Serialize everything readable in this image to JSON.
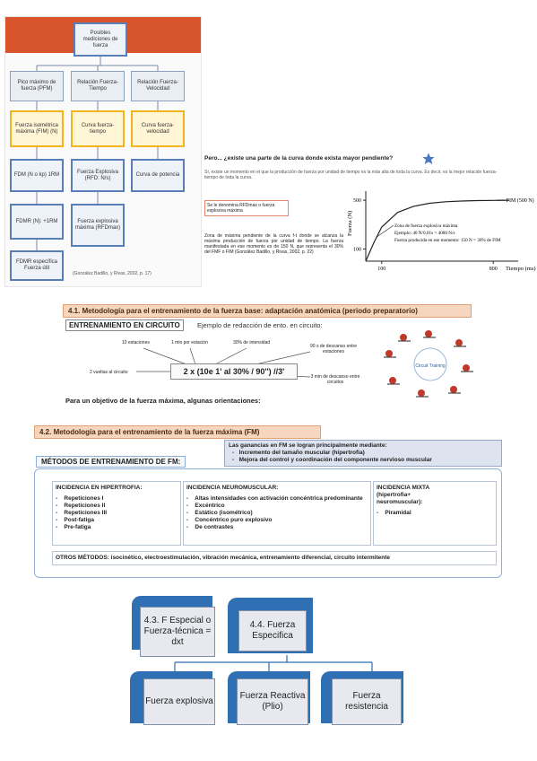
{
  "flow": {
    "top": "Posibles mediciones de fuerza",
    "col1": [
      "Pico máximo de fuerza (PFM)",
      "Fuerza isométrica máxima (FIM) (N)",
      "FDM (N o kp) 1RM",
      "FDMR (N): +1RM",
      "FDMR específica Fuerza útil"
    ],
    "col2": [
      "Relación Fuerza-Tiempo",
      "Curva fuerza-tiempo",
      "Fuerza Explosiva (RFD: N/s)",
      "Fuerza explosiva máxima (RFDmax)"
    ],
    "col3": [
      "Relación Fuerza-Velocidad",
      "Curva fuerza-velocidad",
      "Curva de potencia"
    ],
    "citation": "(González Badillo, y Rivas, 2002, p. 17)"
  },
  "curve": {
    "question": "Pero... ¿existe una parte de la curva donde exista mayor pendiente?",
    "text": "Sí, existe un momento en el que la producción de fuerza por unidad de tiempo es la más alta de toda la curva. Es decir, es la mejor relación fuerza-tiempo de toda la curva.",
    "denomina": "Se le denomina RFDmax o fuerza explosiva máxima",
    "zona": "Zona de máxima pendiente de la curva f-t donde se alcanza la máxima producción de fuerza por unidad de tiempo. La fuerza manifestada en ese momento es de 150 N, que representa el 30% del FMF o FIM (González Badillo, y Rivas, 2002, p. 22)"
  },
  "chart_data": {
    "type": "line",
    "xlabel": "Tiempo (ms)",
    "ylabel": "Fuerza (N)",
    "x_ticks": [
      100,
      800
    ],
    "y_ticks": [
      100,
      500
    ],
    "series_label": "FIM (500 N)",
    "annotation": [
      "Zona de fuerza explosiva máxima",
      "Ejemplo: 40 N/0,01s = 4000 N/s",
      "Fuerza producida en ese momento: 150 N = 30% de FIM"
    ],
    "x": [
      0,
      50,
      100,
      200,
      300,
      400,
      500,
      600,
      700,
      800,
      900
    ],
    "y": [
      0,
      150,
      280,
      400,
      450,
      475,
      488,
      494,
      497,
      499,
      500
    ]
  },
  "sec41": {
    "title": "4.1. Metodología para el entrenamiento de la fuerza base: adaptación anatómica (periodo preparatorio)",
    "entrenamiento": "ENTRENAMIENTO EN CIRCUITO",
    "ejemplo": "Ejemplo de redacción de ento. en circuito:",
    "formula": "2 x (10e 1' al 30% / 90'') //3'",
    "labels": {
      "est": "10 estaciones",
      "min": "1 min por estación",
      "int": "30% de intensidad",
      "desc1": "90 s de descanso entre estaciones",
      "vueltas": "2 vueltas al circuito",
      "desc2": "3 min de descanso entre circuitos"
    },
    "circuit": "Circuit Training",
    "objetivo": "Para un objetivo de la fuerza máxima, algunas orientaciones:"
  },
  "sec42": {
    "title": "4.2. Metodología para el entrenamiento de la fuerza máxima (FM)",
    "ganancias": "Las ganancias en FM se logran principalmente mediante:",
    "g1": "Incremento del tamaño muscular (hipertrofia)",
    "g2": "Mejora del control y coordinación del componente nervioso muscular",
    "metodos": "MÉTODOS DE ENTRENAMIENTO DE FM:",
    "hip_title": "INCIDENCIA EN HIPERTROFIA:",
    "hip": [
      "Repeticiones I",
      "Repeticiones II",
      "Repeticiones III",
      "Post-fatiga",
      "Pre-fatiga"
    ],
    "neu_title": "INCIDENCIA NEUROMUSCULAR:",
    "neu": [
      "Altas intensidades con activación concéntrica predominante",
      "Excéntrico",
      "Estático (isométrico)",
      "Concéntrico puro explosivo",
      "De contrastes"
    ],
    "mix_title": "INCIDENCIA MIXTA (hipertrofia+ neuromuscular):",
    "mix": [
      "Piramidal"
    ],
    "otros": "OTROS MÉTODOS: isocinético, electroestimulación, vibración mecánica, entrenamiento diferencial, circuito intermitente"
  },
  "tree": {
    "left": "4.3. F Especial o Fuerza-técnica = dxt",
    "right": "4.4. Fuerza Especifica",
    "children": [
      "Fuerza explosiva",
      "Fuerza Reactiva (Plio)",
      "Fuerza resistencia"
    ]
  }
}
